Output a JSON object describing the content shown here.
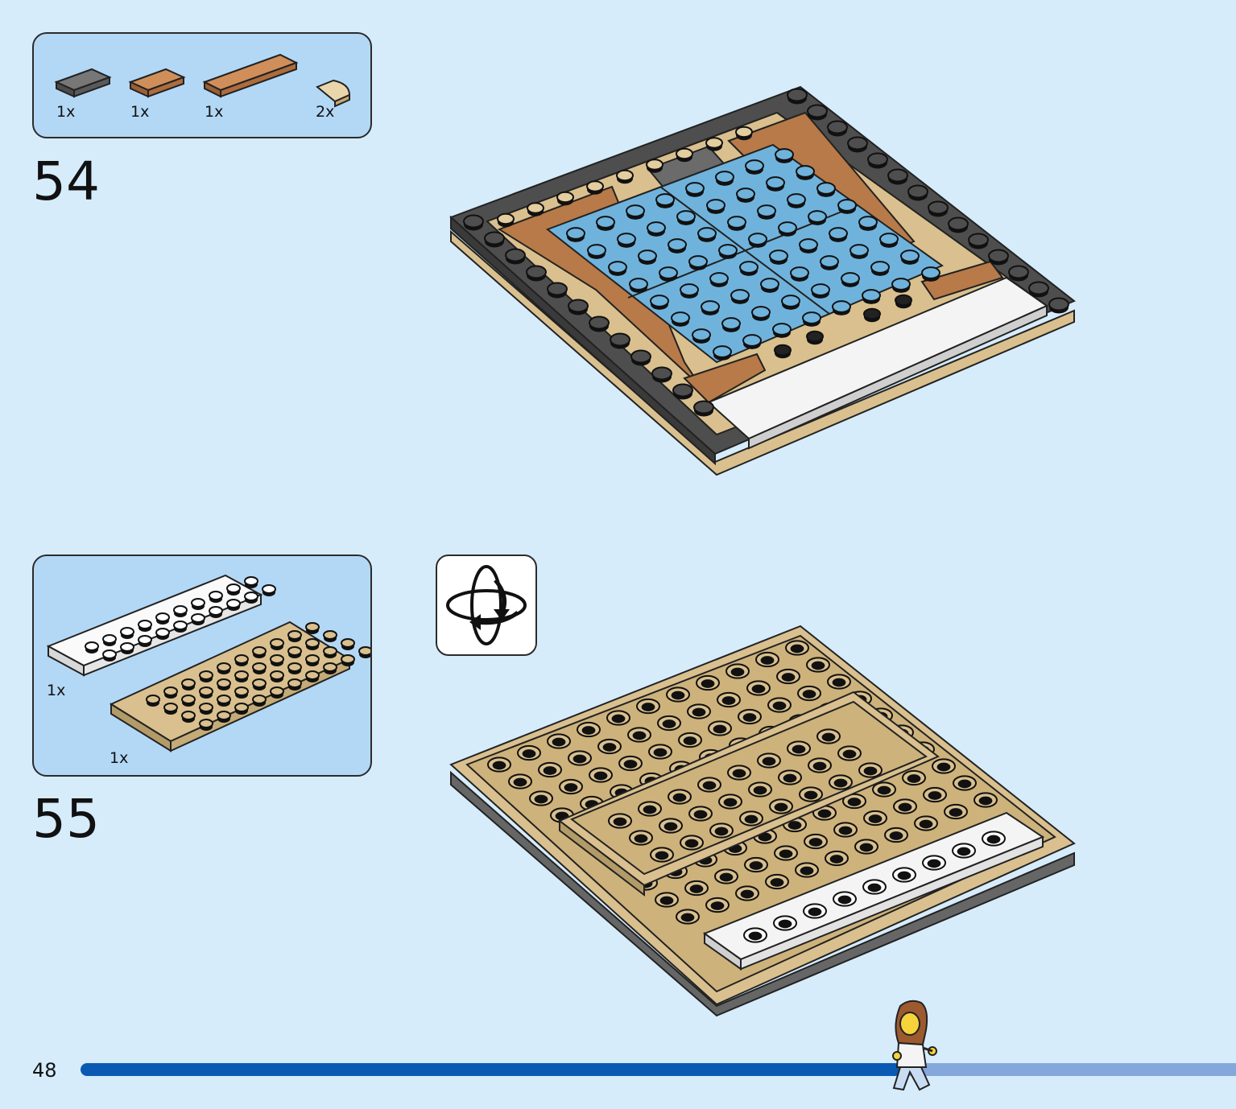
{
  "page": {
    "number": "48",
    "progress": 0.71
  },
  "steps": [
    {
      "number": "54",
      "parts": [
        {
          "qty": "1x",
          "color": "#6b6b6b",
          "name": "dark-gray-tile-1x2"
        },
        {
          "qty": "1x",
          "color": "#c2804f",
          "name": "medium-nougat-tile-1x2"
        },
        {
          "qty": "1x",
          "color": "#c2804f",
          "name": "medium-nougat-tile-1x6"
        },
        {
          "qty": "2x",
          "color": "#e4cd9e",
          "name": "tan-quarter-round-tile"
        }
      ]
    },
    {
      "number": "55",
      "rotate_icon": "rotate-model-icon",
      "parts": [
        {
          "qty": "1x",
          "color": "#ffffff",
          "name": "white-plate-2x8"
        },
        {
          "qty": "1x",
          "color": "#d9c08e",
          "name": "tan-plate-4x8"
        }
      ]
    }
  ],
  "colors": {
    "background": "#d6ecfb",
    "parts_box": "#b3d8f6",
    "progress_fill": "#0a5ab3",
    "progress_track": "#85a8dc",
    "tan": "#d9c08e",
    "dark_gray": "#555555",
    "blue_plate": "#6fb3dc",
    "nougat": "#b87a48",
    "white": "#ffffff"
  }
}
